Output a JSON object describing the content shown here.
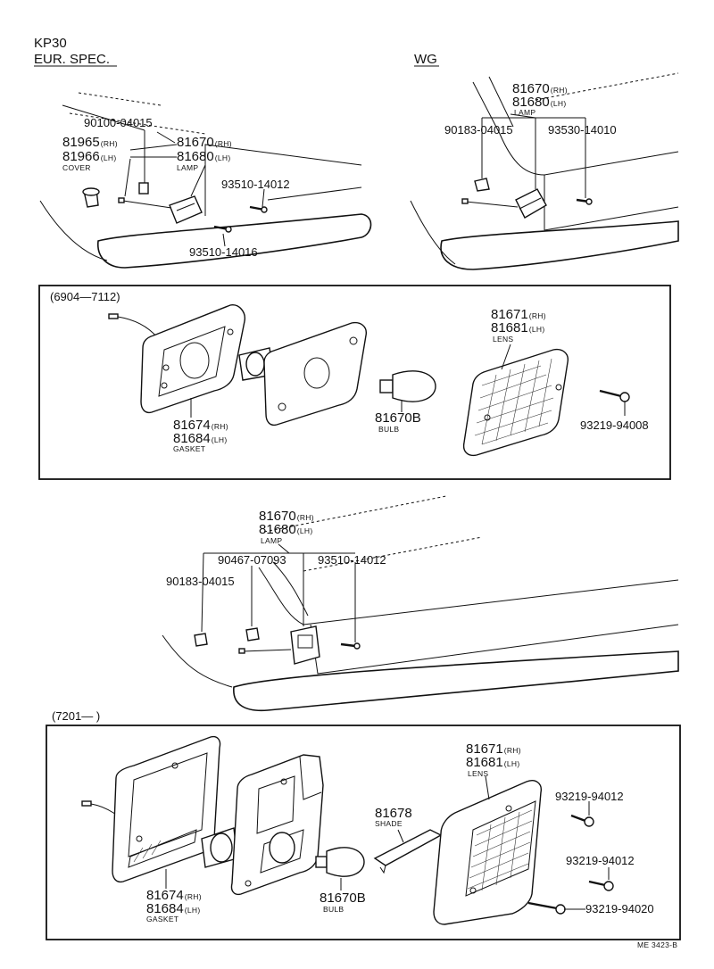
{
  "header": {
    "model": "KP30",
    "spec": "EUR. SPEC.",
    "wagon": "WG"
  },
  "section_a": {
    "p1": "90100-04015",
    "p2_rh": "81965",
    "p2_rh_tag": "(RH)",
    "p2_lh": "81966",
    "p2_lh_tag": "(LH)",
    "p2_name": "COVER",
    "p3_rh": "81670",
    "p3_rh_tag": "(RH)",
    "p3_lh": "81680",
    "p3_lh_tag": "(LH)",
    "p3_name": "LAMP",
    "p4": "93510-14012",
    "p5": "93510-14016"
  },
  "section_b": {
    "p1_rh": "81670",
    "p1_rh_tag": "(RH)",
    "p1_lh": "81680",
    "p1_lh_tag": "(LH)",
    "p1_name": "LAMP",
    "p2": "90183-04015",
    "p3": "93530-14010"
  },
  "box1": {
    "range": "(6904—7112)",
    "gasket_rh": "81674",
    "gasket_rh_tag": "(RH)",
    "gasket_lh": "81684",
    "gasket_lh_tag": "(LH)",
    "gasket_name": "GASKET",
    "bulb": "81670B",
    "bulb_name": "BULB",
    "lens_rh": "81671",
    "lens_rh_tag": "(RH)",
    "lens_lh": "81681",
    "lens_lh_tag": "(LH)",
    "lens_name": "LENS",
    "screw": "93219-94008"
  },
  "section_c": {
    "lamp_rh": "81670",
    "lamp_rh_tag": "(RH)",
    "lamp_lh": "81680",
    "lamp_lh_tag": "(LH)",
    "lamp_name": "LAMP",
    "p1": "90467-07093",
    "p2": "93510-14012",
    "p3": "90183-04015"
  },
  "box2": {
    "range": "(7201—      )",
    "lens_rh": "81671",
    "lens_rh_tag": "(RH)",
    "lens_lh": "81681",
    "lens_lh_tag": "(LH)",
    "lens_name": "LENS",
    "shade": "81678",
    "shade_name": "SHADE",
    "screw1": "93219-94012",
    "screw2": "93219-94012",
    "screw3": "93219-94020",
    "gasket_rh": "81674",
    "gasket_rh_tag": "(RH)",
    "gasket_lh": "81684",
    "gasket_lh_tag": "(LH)",
    "gasket_name": "GASKET",
    "bulb": "81670B",
    "bulb_name": "BULB"
  },
  "footer": {
    "code": "ME 3423-B"
  }
}
